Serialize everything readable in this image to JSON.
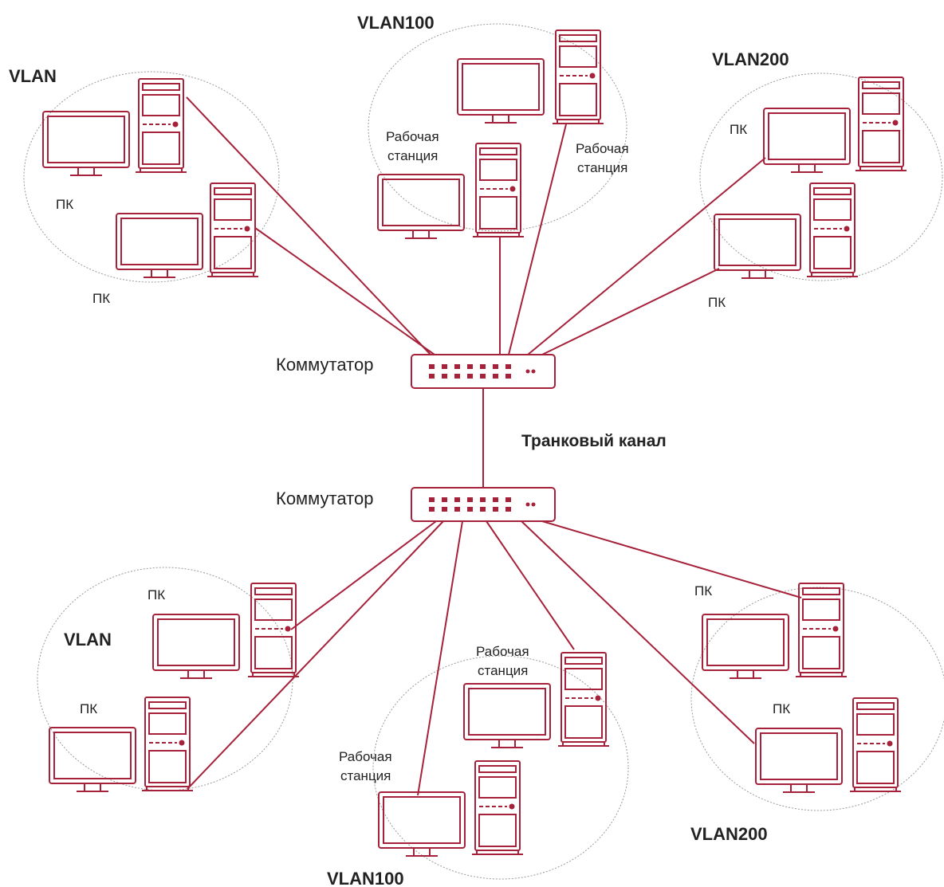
{
  "labels": {
    "vlan": "VLAN",
    "vlan100": "VLAN100",
    "vlan200": "VLAN200",
    "pc": "ПК",
    "workstation_line1": "Рабочая",
    "workstation_line2": "станция",
    "switch": "Коммутатор",
    "trunk": "Транковый канал"
  },
  "colors": {
    "device": "#a6213a",
    "zone": "#9a9a9a",
    "text": "#222222"
  }
}
